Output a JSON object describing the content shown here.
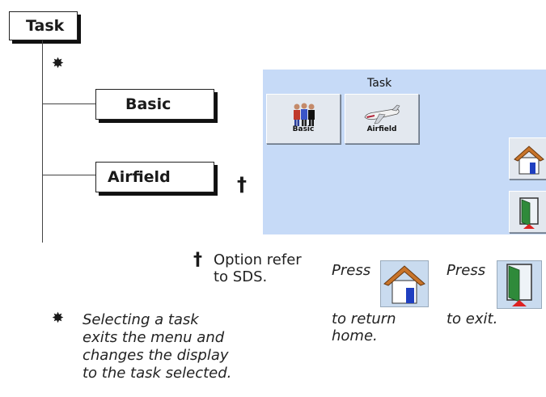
{
  "tree": {
    "root": "Task",
    "children": [
      "Basic",
      "Airfield"
    ],
    "root_marker": "✸",
    "dagger": "†"
  },
  "screen": {
    "title": "Task",
    "buttons": [
      "Basic",
      "Airfield"
    ]
  },
  "footnotes": {
    "option_line1": "Option refer",
    "option_line2": "to SDS.",
    "star_lines": [
      "Selecting a task",
      "exits the menu and",
      "changes the display",
      "to the task selected."
    ],
    "press_home": "Press",
    "home_line1": "to return",
    "home_line2": "home.",
    "press_exit": "Press",
    "exit_text": "to exit."
  },
  "icons": [
    "people-icon",
    "airplane-icon",
    "home-icon",
    "exit-door-icon"
  ]
}
